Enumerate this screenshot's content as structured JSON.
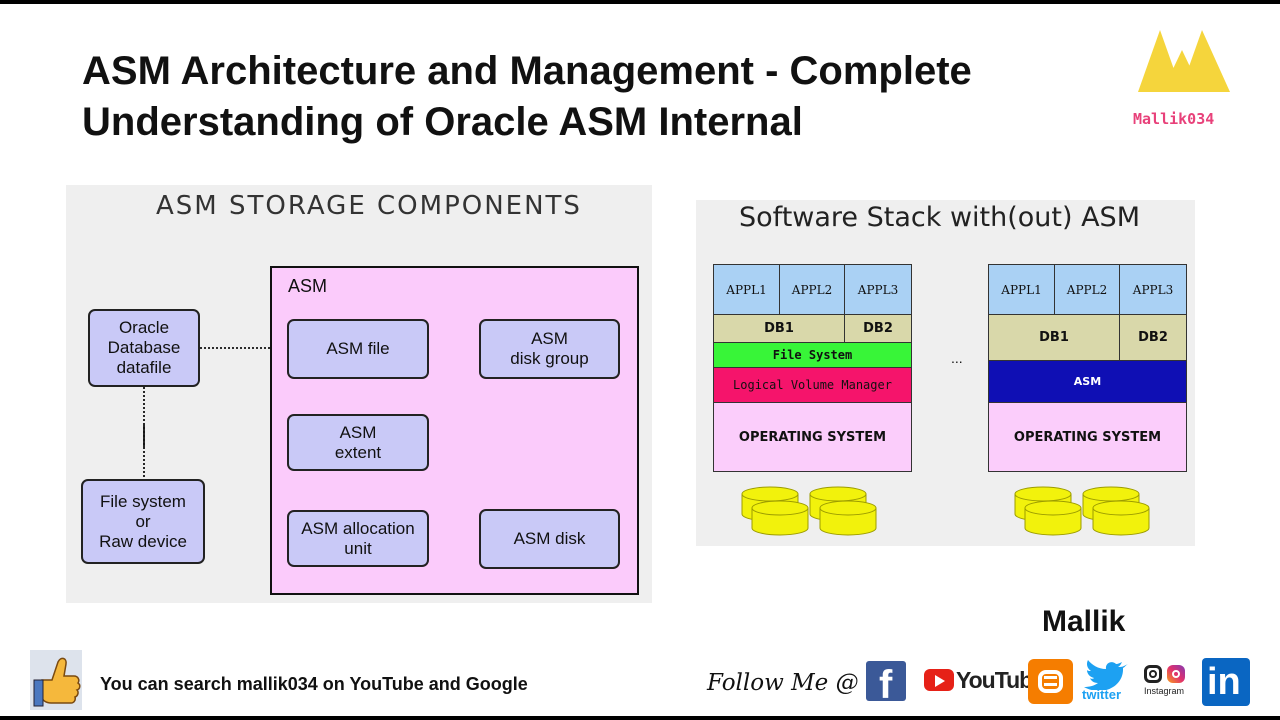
{
  "title": "ASM Architecture and Management - Complete Understanding of Oracle ASM Internal",
  "brand": {
    "handle": "Mallik034",
    "color": "#e8417a",
    "logo_color": "#f5d53c"
  },
  "left_panel": {
    "title": "ASM STORAGE COMPONENTS",
    "asm_region_label": "ASM",
    "nodes": {
      "oracle_datafile": "Oracle\nDatabase\ndatafile",
      "file_system": "File system\nor\nRaw device",
      "asm_file": "ASM file",
      "asm_disk_group": "ASM\ndisk group",
      "asm_extent": "ASM\nextent",
      "asm_allocation_unit": "ASM allocation\nunit",
      "asm_disk": "ASM disk"
    }
  },
  "right_panel": {
    "title": "Software Stack with(out) ASM",
    "ellipsis": "...",
    "stack_without_asm": {
      "apps": [
        "APPL1",
        "APPL2",
        "APPL3"
      ],
      "dbs": [
        "DB1",
        "DB2"
      ],
      "file_system": "File System",
      "lvm": "Logical Volume Manager",
      "os": "OPERATING SYSTEM"
    },
    "stack_with_asm": {
      "apps": [
        "APPL1",
        "APPL2",
        "APPL3"
      ],
      "dbs": [
        "DB1",
        "DB2"
      ],
      "asm": "ASM",
      "os": "OPERATING SYSTEM"
    }
  },
  "footer": {
    "author": "Mallik",
    "search_text": "You can search mallik034 on YouTube and Google",
    "follow_text": "Follow Me @",
    "socials": [
      "facebook-icon",
      "youtube-icon",
      "blogger-icon",
      "twitter-icon",
      "instagram-icon",
      "linkedin-icon"
    ],
    "youtube_label": "YouTube",
    "twitter_label": "twitter",
    "instagram_label": "Instagram",
    "linkedin_label": "in"
  }
}
